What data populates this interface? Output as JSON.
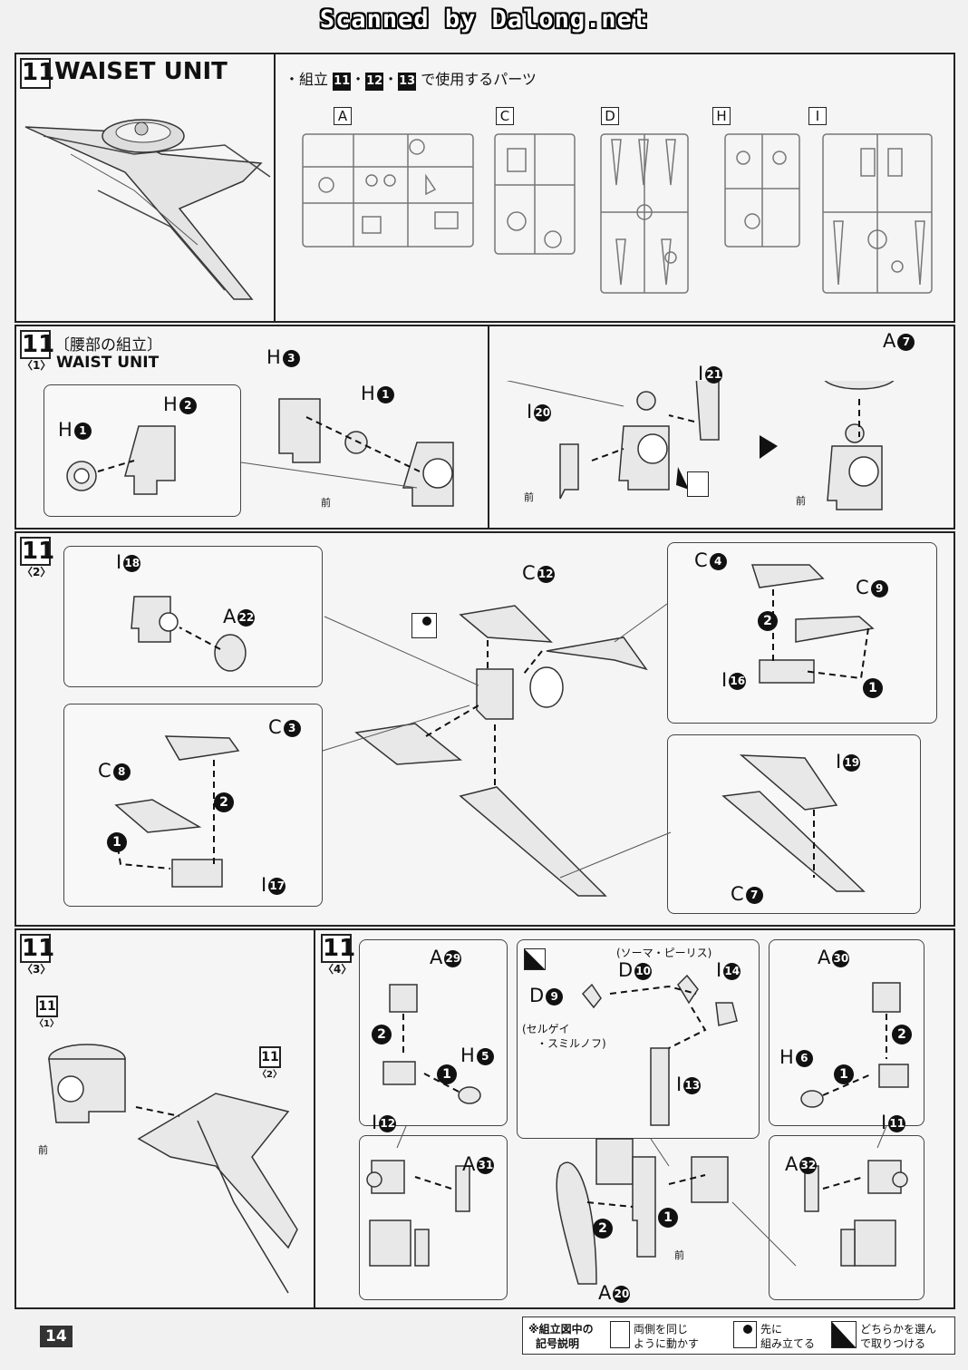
{
  "banner": "Scanned by Dalong.net",
  "page_number": "14",
  "top": {
    "step": "11",
    "title": "WAISET UNIT",
    "parts_caption_prefix": "・組立",
    "parts_caption_steps": [
      "11",
      "12",
      "13"
    ],
    "parts_caption_suffix": "で使用するパーツ",
    "runners": [
      "A",
      "C",
      "D",
      "H",
      "I"
    ]
  },
  "s1": {
    "step": "11",
    "substep": "〈1〉",
    "title_jp": "〔腰部の組立〕",
    "title_en": "WAIST UNIT"
  },
  "s2": {
    "step": "11",
    "substep": "〈2〉"
  },
  "s3": {
    "step": "11",
    "substep": "〈3〉",
    "ref1_step": "11",
    "ref1_sub": "〈1〉",
    "ref2_step": "11",
    "ref2_sub": "〈2〉"
  },
  "s4": {
    "step": "11",
    "substep": "〈4〉",
    "note1": "(ソーマ・ピーリス)",
    "note2": "(セルゲイ",
    "note3": "・スミルノフ)"
  },
  "front_label": "前",
  "labels": {
    "h1a": {
      "r": "H",
      "n": "1"
    },
    "h2": {
      "r": "H",
      "n": "2"
    },
    "h3": {
      "r": "H",
      "n": "3"
    },
    "h1b": {
      "r": "H",
      "n": "1"
    },
    "i21": {
      "r": "I",
      "n": "21"
    },
    "i20": {
      "r": "I",
      "n": "20"
    },
    "a7": {
      "r": "A",
      "n": "7"
    },
    "i18": {
      "r": "I",
      "n": "18"
    },
    "a22": {
      "r": "A",
      "n": "22"
    },
    "c12": {
      "r": "C",
      "n": "12"
    },
    "c4": {
      "r": "C",
      "n": "4"
    },
    "c9": {
      "r": "C",
      "n": "9"
    },
    "i16": {
      "r": "I",
      "n": "16"
    },
    "c3": {
      "r": "C",
      "n": "3"
    },
    "c8": {
      "r": "C",
      "n": "8"
    },
    "i17": {
      "r": "I",
      "n": "17"
    },
    "i19": {
      "r": "I",
      "n": "19"
    },
    "c7": {
      "r": "C",
      "n": "7"
    },
    "a29": {
      "r": "A",
      "n": "29"
    },
    "h5": {
      "r": "H",
      "n": "5"
    },
    "i12": {
      "r": "I",
      "n": "12"
    },
    "a31": {
      "r": "A",
      "n": "31"
    },
    "d10": {
      "r": "D",
      "n": "10"
    },
    "i14": {
      "r": "I",
      "n": "14"
    },
    "d9": {
      "r": "D",
      "n": "9"
    },
    "i13": {
      "r": "I",
      "n": "13"
    },
    "a20": {
      "r": "A",
      "n": "20"
    },
    "a30": {
      "r": "A",
      "n": "30"
    },
    "h6": {
      "r": "H",
      "n": "6"
    },
    "i11": {
      "r": "I",
      "n": "11"
    },
    "a32": {
      "r": "A",
      "n": "32"
    }
  },
  "legend": {
    "title1": "※組立図中の",
    "title2": "記号説明",
    "item1a": "両側を同じ",
    "item1b": "ように動かす",
    "item2a": "先に",
    "item2b": "組み立てる",
    "item3a": "どちらかを選ん",
    "item3b": "で取りつける"
  },
  "order": {
    "one": "1",
    "two": "2"
  }
}
